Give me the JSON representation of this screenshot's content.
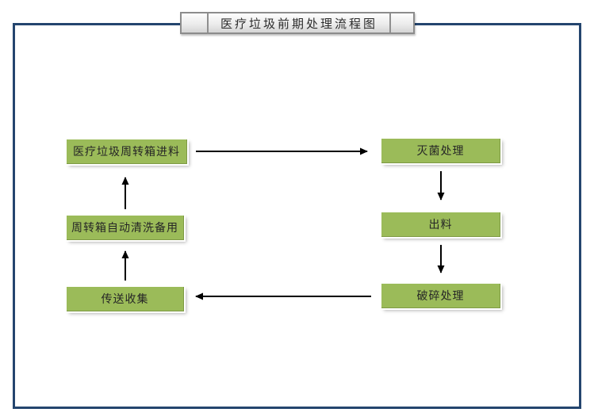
{
  "title": "医疗垃圾前期处理流程图",
  "diagram": {
    "type": "flowchart",
    "nodes": {
      "feed": {
        "label": "医疗垃圾周转箱进料"
      },
      "sterilize": {
        "label": "灭菌处理"
      },
      "discharge": {
        "label": "出料"
      },
      "crush": {
        "label": "破碎处理"
      },
      "collect": {
        "label": "传送收集"
      },
      "clean": {
        "label": "周转箱自动清洗备用"
      }
    },
    "edges": [
      {
        "from": "feed",
        "to": "sterilize",
        "direction": "right"
      },
      {
        "from": "sterilize",
        "to": "discharge",
        "direction": "down"
      },
      {
        "from": "discharge",
        "to": "crush",
        "direction": "down"
      },
      {
        "from": "crush",
        "to": "collect",
        "direction": "left"
      },
      {
        "from": "collect",
        "to": "clean",
        "direction": "up"
      },
      {
        "from": "clean",
        "to": "feed",
        "direction": "up"
      }
    ],
    "colors": {
      "node_fill": "#9bbb59",
      "node_edge": "#7e9a45",
      "frame_border": "#24456e",
      "arrow": "#000000",
      "title_bar_bg": "#e9e9e9",
      "title_bar_border": "#8c8c8c"
    }
  }
}
